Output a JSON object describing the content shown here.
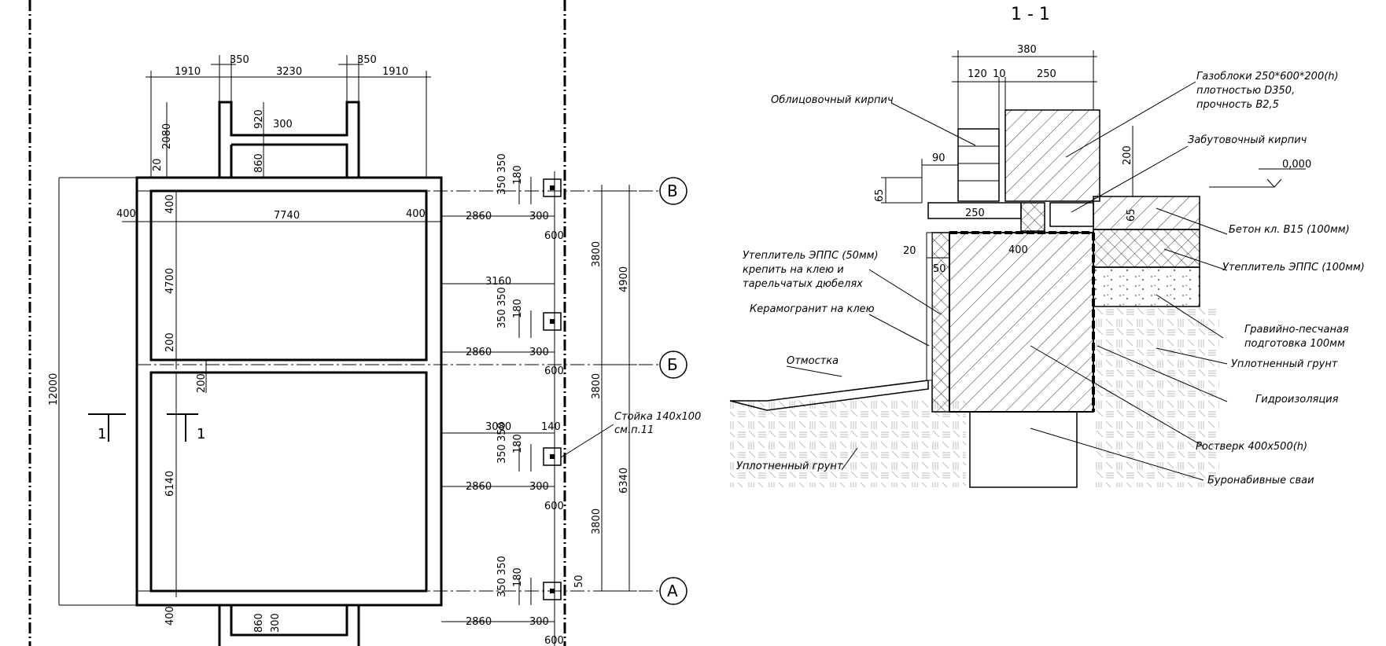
{
  "plan": {
    "dims_top": [
      "1910",
      "350",
      "3230",
      "350",
      "1910"
    ],
    "annex_top": [
      "920",
      "300",
      "2080",
      "860",
      "20"
    ],
    "dims_row": [
      "400",
      "7740",
      "400"
    ],
    "inner_left": [
      "400",
      "4700",
      "200",
      "200",
      "6140",
      "400"
    ],
    "overall": "12000",
    "annex_bottom": [
      "860",
      "300"
    ],
    "right_dims": {
      "span_b": [
        "2860",
        "300",
        "600"
      ],
      "span_mid": [
        "3160"
      ],
      "span_bb": [
        "2860",
        "300",
        "600"
      ],
      "span_c": [
        "3080",
        "140"
      ],
      "span_cc": [
        "2860",
        "300",
        "600"
      ],
      "span_a": [
        "2860",
        "300",
        "600"
      ],
      "post_dims": [
        "350",
        "350",
        "180"
      ],
      "vertical": [
        "3800",
        "4900",
        "3800",
        "6340",
        "3800",
        "50"
      ]
    },
    "axes": [
      "В",
      "Б",
      "А"
    ],
    "section_mark": "1",
    "post_note": [
      "Стойка 140х100",
      "см.п.11"
    ]
  },
  "section": {
    "title": "1 - 1",
    "dims": [
      "380",
      "120",
      "10",
      "250",
      "90",
      "65",
      "250",
      "200",
      "65",
      "20",
      "400",
      "50"
    ],
    "level": "0,000",
    "labels": {
      "facing_brick": "Облицовочный кирпич",
      "gas_blocks": [
        "Газоблоки 250*600*200(h)",
        "плотностью D350,",
        "прочность B2,5"
      ],
      "backing_brick": "Забутовочный кирпич",
      "concrete": "Бетон кл. B15 (100мм)",
      "eps_floor": "Утеплитель ЭППС (100мм)",
      "eps_wall": [
        "Утеплитель ЭППС (50мм)",
        "крепить на клею и",
        "тарельчатых дюбелях"
      ],
      "porcelain": "Керамогранит на клею",
      "blind_area": "Отмостка",
      "gravel": [
        "Гравийно-песчаная",
        "подготовка 100мм"
      ],
      "soil_right": "Уплотненный грунт",
      "waterproof": "Гидроизоляция",
      "grillage": "Ростверк 400х500(h)",
      "soil_left": "Уплотненный грунт",
      "piles": "Буронабивные сваи"
    }
  }
}
